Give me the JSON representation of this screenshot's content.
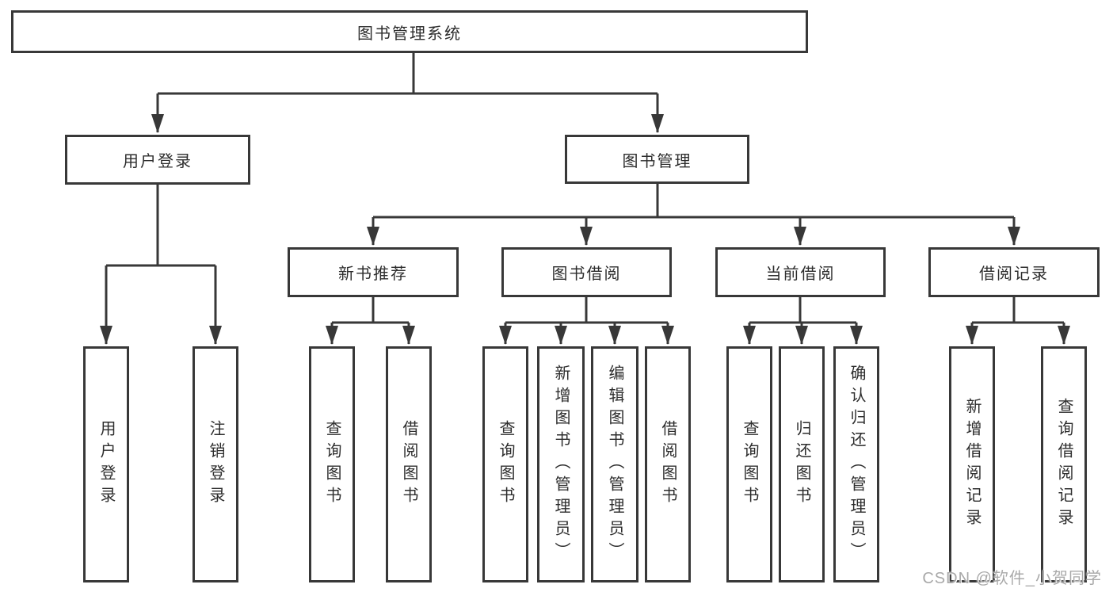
{
  "diagram": {
    "type": "hierarchy-flowchart",
    "colors": {
      "line": "#383838",
      "box_border": "#383838",
      "box_fill": "#ffffff",
      "text": "#2d2d2d",
      "watermark_text": "#a9a9a9"
    },
    "watermark": "CSDN @软件_小贺同学",
    "nodes": {
      "root": {
        "label": "图书管理系统"
      },
      "user_login": {
        "label": "用户登录"
      },
      "book_mgmt": {
        "label": "图书管理"
      },
      "new_book_rec": {
        "label": "新书推荐"
      },
      "book_borrow": {
        "label": "图书借阅"
      },
      "current_borrow": {
        "label": "当前借阅"
      },
      "borrow_records": {
        "label": "借阅记录"
      },
      "leaf_user_login": {
        "label": "用户登录"
      },
      "leaf_logout": {
        "label": "注销登录"
      },
      "leaf_nb_query": {
        "label": "查询图书"
      },
      "leaf_nb_borrow": {
        "label": "借阅图书"
      },
      "leaf_bb_query": {
        "label": "查询图书"
      },
      "leaf_bb_add": {
        "label": "新增图书（管理员）"
      },
      "leaf_bb_edit": {
        "label": "编辑图书（管理员）"
      },
      "leaf_bb_borrow": {
        "label": "借阅图书"
      },
      "leaf_cb_query": {
        "label": "查询图书"
      },
      "leaf_cb_return": {
        "label": "归还图书"
      },
      "leaf_cb_confirm": {
        "label": "确认归还（管理员）"
      },
      "leaf_br_add": {
        "label": "新增借阅记录"
      },
      "leaf_br_query": {
        "label": "查询借阅记录"
      }
    },
    "hierarchy": {
      "label": "图书管理系统",
      "children": [
        {
          "label": "用户登录",
          "children": [
            "用户登录",
            "注销登录"
          ]
        },
        {
          "label": "图书管理",
          "children": [
            {
              "label": "新书推荐",
              "children": [
                "查询图书",
                "借阅图书"
              ]
            },
            {
              "label": "图书借阅",
              "children": [
                "查询图书",
                "新增图书（管理员）",
                "编辑图书（管理员）",
                "借阅图书"
              ]
            },
            {
              "label": "当前借阅",
              "children": [
                "查询图书",
                "归还图书",
                "确认归还（管理员）"
              ]
            },
            {
              "label": "借阅记录",
              "children": [
                "新增借阅记录",
                "查询借阅记录"
              ]
            }
          ]
        }
      ]
    }
  }
}
